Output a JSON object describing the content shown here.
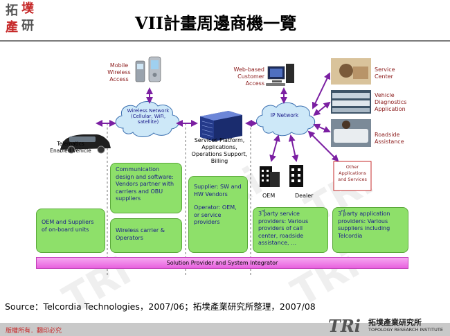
{
  "header": {
    "logo_chars": [
      "拓",
      "墣",
      "產",
      "研"
    ],
    "title": "VII計畫周邊商機一覽"
  },
  "diagram": {
    "mobile_access": "Mobile Wireless Access",
    "wireless_network": "Wireless Network (Cellular, WiFi, satellite)",
    "telematics": "Telematics Enabled Vehicle",
    "services_platform": "Services Platform, Applications, Operations Support, Billing",
    "web_access": "Web-based Customer Access",
    "ip_network": "IP Network",
    "service_center": "Service Center",
    "vehicle_diagnostics": "Vehicle Diagnostics Application",
    "roadside_assistance": "Roadside Assistance",
    "other_apps": "Other Applications and Services",
    "oem": "OEM",
    "dealer": "Dealer"
  },
  "boxes": {
    "oem_suppliers": "OEM and Suppliers of on-board units",
    "comm_design": "Communication design and software: Vendors partner with carriers and OBU suppliers",
    "wireless_carrier": "Wireless carrier & Operators",
    "supplier_sw": "Supplier: SW and HW Vendors",
    "operator": "Operator: OEM, or service providers",
    "third_party_service_sup": "rd",
    "third_party_service": "3 party service providers: Various providers of call center, roadside assistance, …",
    "third_party_app_sup": "rd",
    "third_party_app": "3 party application providers: Various suppliers including Telcordia",
    "solution_bar": "Solution Provider and System Integrator"
  },
  "source": "Source：Telcordia Technologies，2007/06；拓墣產業研究所整理，2007/08",
  "footer": {
    "copyright": "版權所有．翻印必究",
    "tri_logo": "TRi",
    "tri_cn": "拓墣產業研究所",
    "tri_en": "TOPOLOGY RESEARCH INSTITUTE"
  },
  "colors": {
    "green_box": "#8ee06a",
    "bar": "#e861de",
    "cloud": "#cde8f8",
    "arrow": "#7b1fa2",
    "label_red": "#8b1a1a"
  }
}
